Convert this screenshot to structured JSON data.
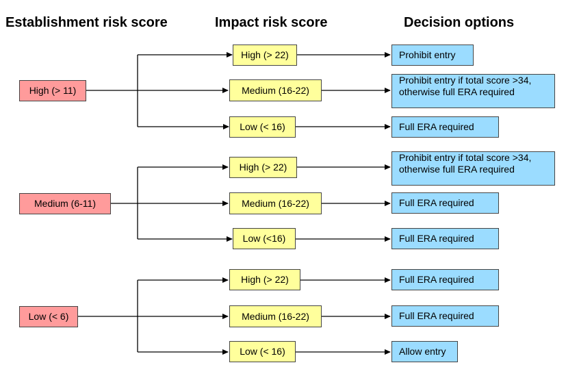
{
  "headers": {
    "establishment": "Establishment risk score",
    "impact": "Impact risk score",
    "decision": "Decision options"
  },
  "groups": [
    {
      "establishment": "High (> 11)",
      "branches": [
        {
          "impact": "High (> 22)",
          "decision": "Prohibit entry"
        },
        {
          "impact": "Medium (16-22)",
          "decision": [
            "Prohibit entry if total score >34,",
            "otherwise full ERA required"
          ]
        },
        {
          "impact": "Low (< 16)",
          "decision": "Full ERA required"
        }
      ]
    },
    {
      "establishment": "Medium (6-11)",
      "branches": [
        {
          "impact": "High (> 22)",
          "decision": [
            "Prohibit entry if total score >34,",
            "otherwise full ERA required"
          ]
        },
        {
          "impact": "Medium (16-22)",
          "decision": "Full ERA required"
        },
        {
          "impact": "Low (<16)",
          "decision": "Full ERA required"
        }
      ]
    },
    {
      "establishment": "Low (< 6)",
      "branches": [
        {
          "impact": "High (> 22)",
          "decision": "Full ERA required"
        },
        {
          "impact": "Medium (16-22)",
          "decision": "Full ERA required"
        },
        {
          "impact": "Low (< 16)",
          "decision": "Allow entry"
        }
      ]
    }
  ],
  "colors": {
    "establishment_fill": "#ff9b9b",
    "impact_fill": "#ffff9c",
    "decision_fill": "#9bdcff",
    "line": "#000000"
  }
}
